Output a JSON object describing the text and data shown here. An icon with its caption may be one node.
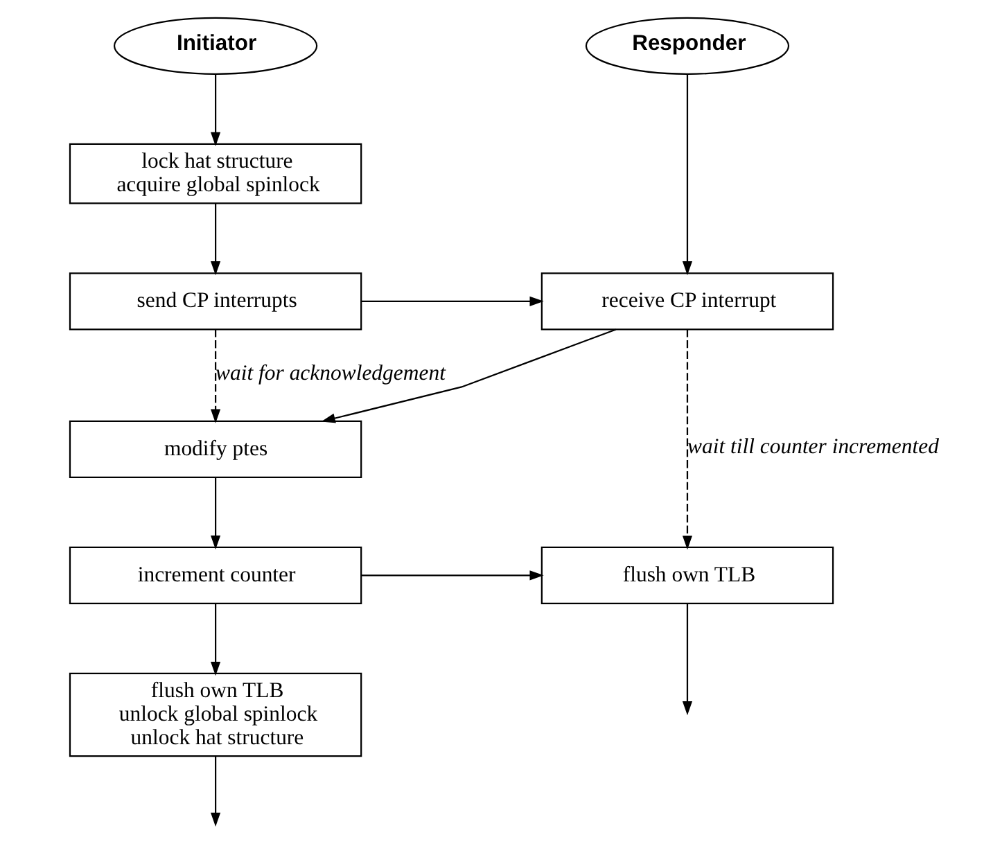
{
  "diagram": {
    "nodes": [
      {
        "text": [
          "Initiator"
        ]
      },
      {
        "text": [
          "Responder"
        ]
      },
      {
        "text": [
          "lock hat structure",
          "acquire global spinlock"
        ]
      },
      {
        "text": [
          "send CP interrupts"
        ]
      },
      {
        "text": [
          "receive CP interrupt"
        ]
      },
      {
        "text": [
          "modify ptes"
        ]
      },
      {
        "text": [
          "increment counter"
        ]
      },
      {
        "text": [
          "flush own TLB"
        ]
      },
      {
        "text": [
          "flush own TLB",
          "unlock global spinlock",
          "unlock hat structure"
        ]
      }
    ],
    "edges": [
      {
        "from": 0,
        "to": 2,
        "arrow": "to"
      },
      {
        "from": 2,
        "to": 3,
        "arrow": "to"
      },
      {
        "from": 1,
        "to": 4,
        "arrow": "to"
      },
      {
        "from": 3,
        "to": 4,
        "arrow": "to"
      },
      {
        "from": 3,
        "to": 5,
        "arrow": "to",
        "style": "dashed",
        "label": "wait for acknowledgement"
      },
      {
        "from": 4,
        "to": 5,
        "arrow": "to"
      },
      {
        "from": 5,
        "to": 6,
        "arrow": "to"
      },
      {
        "from": 4,
        "to": 7,
        "arrow": "to",
        "style": "dashed",
        "label": "wait till counter incremented"
      },
      {
        "from": 6,
        "to": 7,
        "arrow": "to"
      },
      {
        "from": 6,
        "to": 8,
        "arrow": "to"
      },
      {
        "from": 8,
        "to": null,
        "arrow": "to"
      },
      {
        "from": 7,
        "to": null,
        "arrow": "to"
      }
    ]
  }
}
